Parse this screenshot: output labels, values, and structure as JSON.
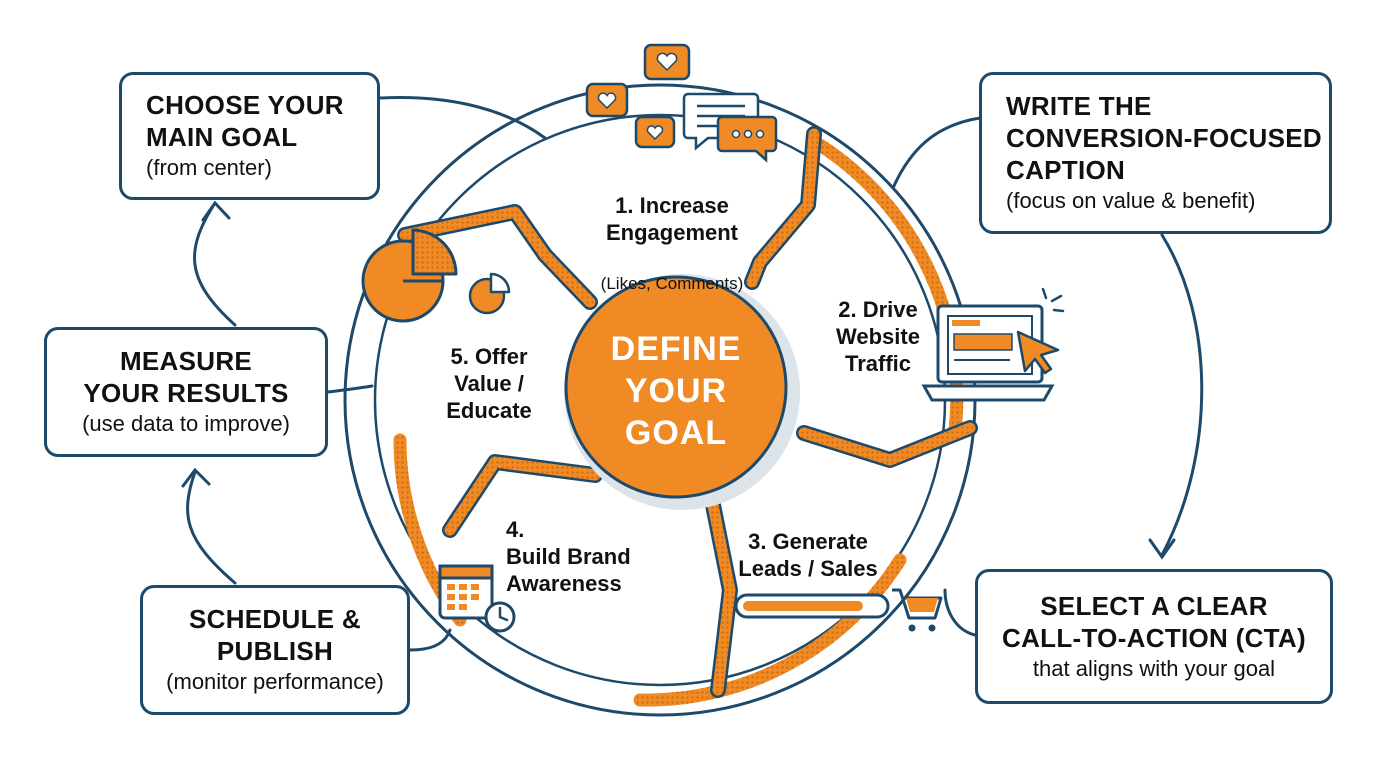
{
  "center": {
    "label": "DEFINE\nYOUR\nGOAL"
  },
  "segments": [
    {
      "label": "1. Increase\nEngagement",
      "sub": "(Likes, Comments)"
    },
    {
      "label": "2. Drive\nWebsite\nTraffic"
    },
    {
      "label": "3. Generate\nLeads / Sales"
    },
    {
      "label": "4.\nBuild Brand\nAwareness"
    },
    {
      "label": "5. Offer\nValue /\nEducate"
    }
  ],
  "steps": {
    "choose": {
      "title": "CHOOSE YOUR\nMAIN GOAL",
      "sub": "(from center)"
    },
    "write": {
      "title": "WRITE THE\nCONVERSION-FOCUSED\nCAPTION",
      "sub": "(focus on value & benefit)"
    },
    "select": {
      "title": "SELECT A CLEAR\nCALL-TO-ACTION (CTA)",
      "sub": "that aligns with your goal"
    },
    "schedule": {
      "title": "SCHEDULE &\nPUBLISH",
      "sub": "(monitor performance)"
    },
    "measure": {
      "title": "MEASURE\nYOUR RESULTS",
      "sub": "(use data to improve)"
    }
  },
  "colors": {
    "orange": "#f08a24",
    "navy": "#1d4a6b",
    "text": "#111111"
  },
  "icons": [
    "heart-chat-icon",
    "comment-bubble-icon",
    "laptop-cursor-icon",
    "progress-cart-icon",
    "calendar-clock-icon",
    "pie-chart-icon"
  ]
}
